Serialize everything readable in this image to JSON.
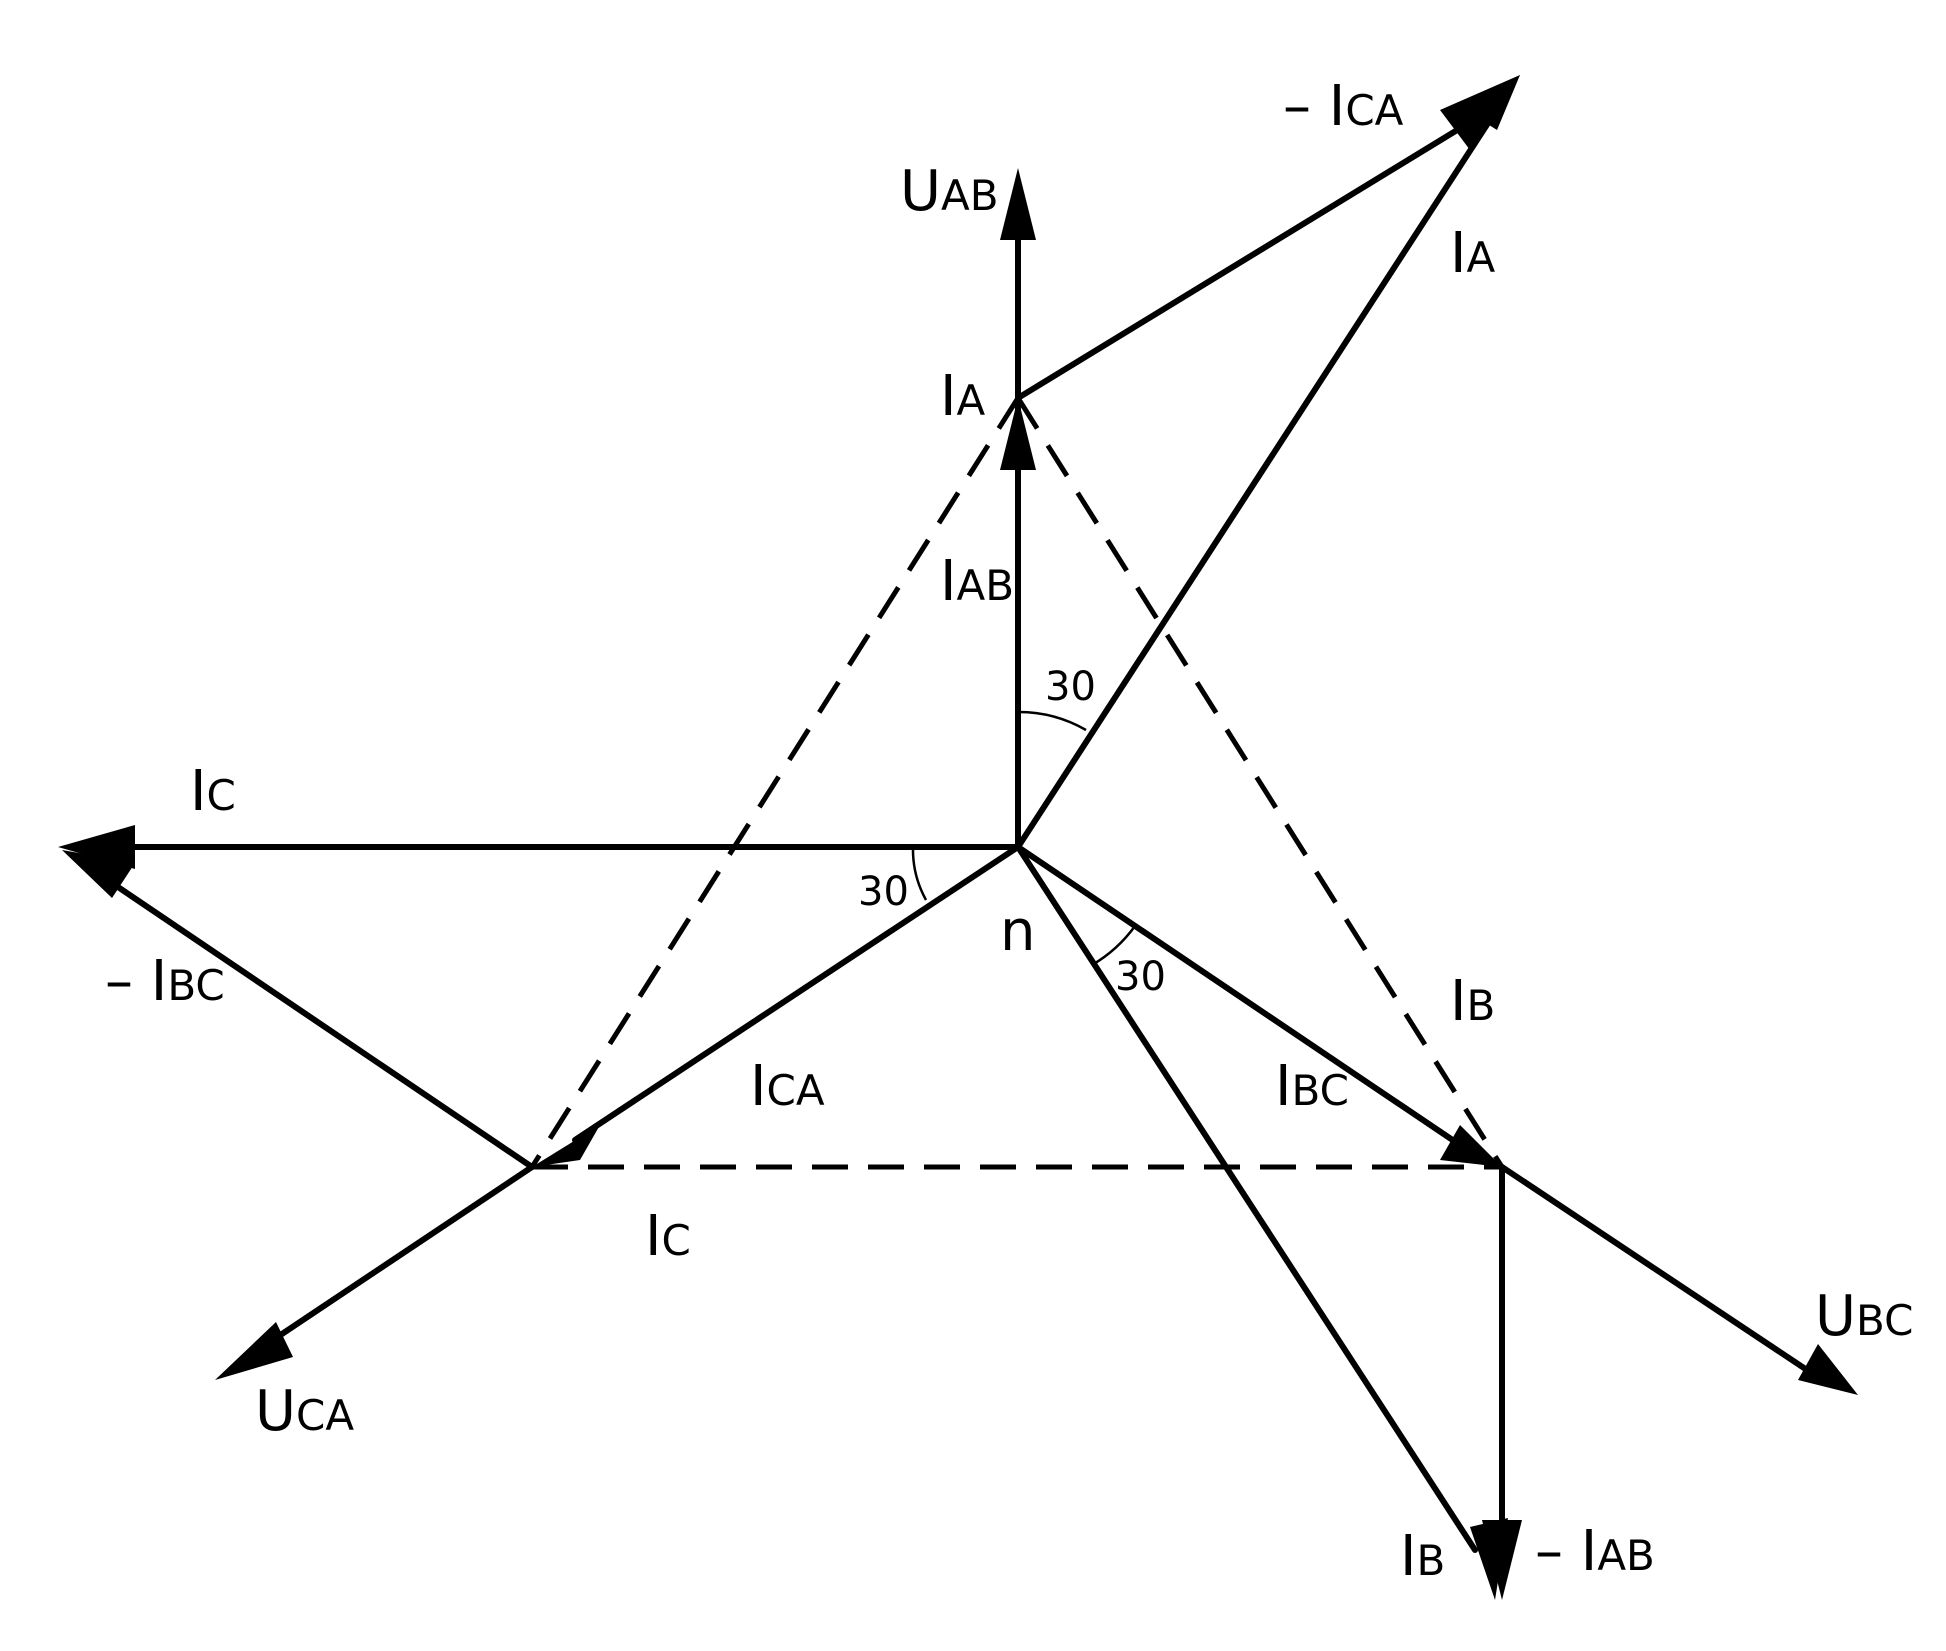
{
  "colors": {
    "ink": "#000000",
    "background": "#ffffff"
  },
  "labels": {
    "u_ab": {
      "main": "U",
      "sub": "AB"
    },
    "u_bc": {
      "main": "U",
      "sub": "BC"
    },
    "u_ca": {
      "main": "U",
      "sub": "CA"
    },
    "i_a_top": {
      "main": "I",
      "sub": "A"
    },
    "i_a_right": {
      "main": "I",
      "sub": "A"
    },
    "minus_i_ca": {
      "main": "– I",
      "sub": "CA"
    },
    "i_ab": {
      "main": "I",
      "sub": "AB"
    },
    "i_c_top": {
      "main": "I",
      "sub": "C"
    },
    "minus_i_bc": {
      "main": "– I",
      "sub": "BC"
    },
    "i_ca": {
      "main": "I",
      "sub": "CA"
    },
    "i_c_bottom": {
      "main": "I",
      "sub": "C"
    },
    "i_bc": {
      "main": "I",
      "sub": "BC"
    },
    "i_b_mid": {
      "main": "I",
      "sub": "B"
    },
    "i_b_bottom": {
      "main": "I",
      "sub": "B"
    },
    "minus_i_ab": {
      "main": "– I",
      "sub": "AB"
    },
    "neutral": "n",
    "angle_top": "30",
    "angle_left": "30",
    "angle_right": "30"
  }
}
